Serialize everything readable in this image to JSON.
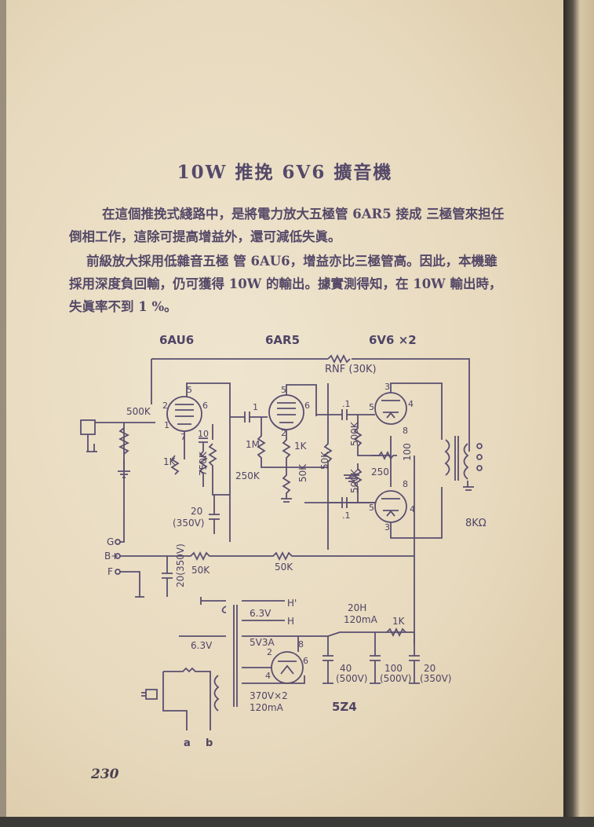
{
  "title": "10W 推挽 6V6 擴音機",
  "paragraphs": [
    "在這個推挽式綫路中，是將電力放大五極管 6AR5 接成 三極管來担任倒相工作，這除可提高增益外，還可減低失眞。",
    "前級放大採用低雜音五極 管 6AU6，增益亦比三極管高。因此，本機雖採用深度負回輸，仍可獲得 10W 的輸出。據實測得知，在 10W 輸出時，失眞率不到 1 %。"
  ],
  "schematic": {
    "tube_headers": [
      "6AU6",
      "6AR5",
      "6V6 ×2"
    ],
    "feedback_resistor": "R<sub>NF</sub> (30K)",
    "feedback_label": "RNF (30K)",
    "labels": {
      "r500k": "500K",
      "r1k_a": "1K",
      "r750k": "750K",
      "c10": "10",
      "r250k": "250K",
      "c20a": "20",
      "c20a_v": "(350V)",
      "r1m": "1M",
      "r1k_b": "1K",
      "r50k_a": "50K",
      "r50k_b": "50K",
      "c01": ".1",
      "r500k_b": "500K",
      "r500k_c": "500K",
      "r250": "250",
      "r100": "100",
      "c01b": ".1",
      "out": "8KΩ",
      "g": "G",
      "bplus": "B+",
      "f": "F",
      "c20b": "20(350V)",
      "r50k_c": "50K",
      "r50k_d": "50K",
      "h1": "H'",
      "h2": "H",
      "v63a": "6.3V",
      "v63b": "6.3V",
      "v5": "5V3A",
      "choke": "20H",
      "choke_i": "120mA",
      "r1k_c": "1K",
      "c40": "40",
      "c40_v": "(500V)",
      "c100": "100",
      "c100_v": "(500V)",
      "c20c": "20",
      "c20c_v": "(350V)",
      "hv": "370V×2",
      "hv_i": "120mA",
      "rect": "5Z4",
      "a": "a",
      "b": "b",
      "pin5a": "5",
      "pin6a": "6",
      "pin2a": "2",
      "pin1a": "1",
      "pin7a": "7",
      "pin1b": "1",
      "pin5b": "5",
      "pin6b": "6",
      "pin2b": "2",
      "pin3a": "3",
      "pin5c": "5",
      "pin4a": "4",
      "pin8a": "8",
      "pin8b": "8",
      "pin5d": "5",
      "pin4b": "4",
      "pin3b": "3",
      "pin2c": "2",
      "pin8c": "8",
      "pin4c": "4",
      "pin6c": "6"
    }
  },
  "page_number": "230",
  "colors": {
    "ink": "#55496a",
    "paper": "#e9ddc4"
  }
}
